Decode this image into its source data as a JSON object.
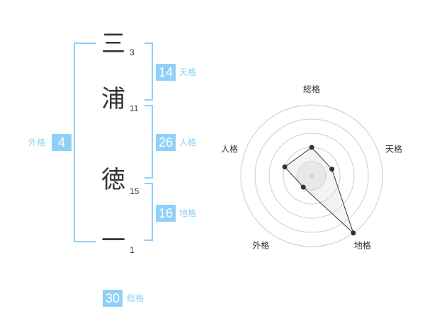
{
  "name_chars": [
    {
      "char": "三",
      "strokes": "3"
    },
    {
      "char": "浦",
      "strokes": "11"
    },
    {
      "char": "徳",
      "strokes": "15"
    },
    {
      "char": "一",
      "strokes": "1"
    }
  ],
  "fortunes": {
    "tenkaku": {
      "value": "14",
      "label": "天格"
    },
    "jinkaku": {
      "value": "26",
      "label": "人格"
    },
    "chikaku": {
      "value": "16",
      "label": "地格"
    },
    "gaikaku": {
      "value": "4",
      "label": "外格"
    },
    "soukaku": {
      "value": "30",
      "label": "総格"
    }
  },
  "colors": {
    "accent": "#8fd0f6",
    "text": "#333333",
    "grid": "#cccccc",
    "fill": "#eeeeee"
  },
  "chart_data": {
    "type": "radar",
    "axes": [
      "総格",
      "天格",
      "地格",
      "外格",
      "人格"
    ],
    "values": [
      2,
      1.5,
      5,
      1,
      2
    ],
    "max": 5
  }
}
